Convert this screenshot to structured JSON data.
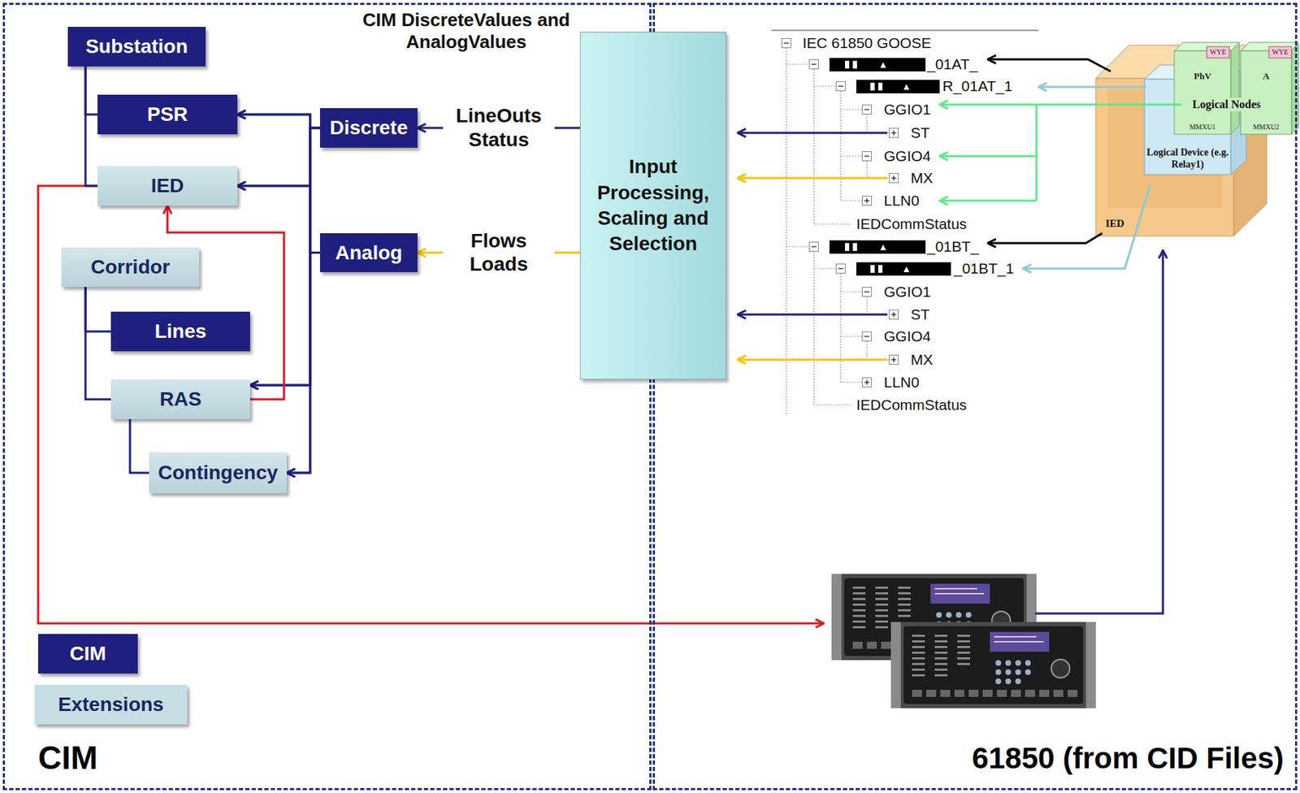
{
  "diagram": {
    "nodes": [
      {
        "text": [
          "CIM"
        ]
      },
      {
        "text": [
          "61850 (from CID Files)"
        ]
      },
      {
        "text": [
          "Substation"
        ],
        "in": 0
      },
      {
        "text": [
          "PSR"
        ],
        "in": 0
      },
      {
        "text": [
          "IED"
        ],
        "in": 0
      },
      {
        "text": [
          "Corridor"
        ],
        "in": 0
      },
      {
        "text": [
          "Lines"
        ],
        "in": 0
      },
      {
        "text": [
          "RAS"
        ],
        "in": 0
      },
      {
        "text": [
          "Contingency"
        ],
        "in": 0
      },
      {
        "text": [
          "Discrete"
        ],
        "in": 0
      },
      {
        "text": [
          "Analog"
        ],
        "in": 0
      },
      {
        "text": [
          "Input Processing, Scaling and Selection"
        ]
      }
    ],
    "edges": [
      {
        "from": 2,
        "to": 3,
        "arrow": "none"
      },
      {
        "from": 2,
        "to": 4,
        "arrow": "none"
      },
      {
        "from": 5,
        "to": 6,
        "arrow": "none"
      },
      {
        "from": 5,
        "to": 7,
        "arrow": "none"
      },
      {
        "from": 7,
        "to": 8,
        "arrow": "none"
      },
      {
        "from": 9,
        "to": 3,
        "arrow": "to"
      },
      {
        "from": 9,
        "to": 4,
        "arrow": "to"
      },
      {
        "from": 9,
        "to": 7,
        "arrow": "to"
      },
      {
        "from": 9,
        "to": 8,
        "arrow": "to"
      },
      {
        "from": 10,
        "to": 3,
        "arrow": "to"
      },
      {
        "from": 10,
        "to": 4,
        "arrow": "to"
      },
      {
        "from": 10,
        "to": 7,
        "arrow": "to"
      },
      {
        "from": 10,
        "to": 8,
        "arrow": "to"
      },
      {
        "from": 7,
        "to": 4,
        "arrow": "to"
      },
      {
        "from": 11,
        "to": 9,
        "label": "LineOuts Status",
        "arrow": "to"
      },
      {
        "from": 11,
        "to": 10,
        "label": "Flows Loads",
        "arrow": "to"
      }
    ],
    "labels": [
      "CIM DiscreteValues and AnalogValues",
      "IEC 61850 GOOSE",
      "_01AT_",
      "R_01AT_1",
      "GGIO1",
      "ST",
      "GGIO4",
      "MX",
      "LLN0",
      "IEDCommStatus",
      "_01BT_",
      "_01BT_1",
      "GGIO1",
      "ST",
      "GGIO4",
      "MX",
      "LLN0",
      "IEDCommStatus",
      "WYE",
      "WYE",
      "PhV",
      "A",
      "Logical Nodes",
      "MMXU1",
      "MMXU2",
      "Logical Device (e.g. Relay1)",
      "IED"
    ],
    "legend": [
      {
        "text": "CIM",
        "color": "#1f1f7f"
      },
      {
        "text": "Extensions",
        "color": "#c6dde3"
      }
    ]
  }
}
